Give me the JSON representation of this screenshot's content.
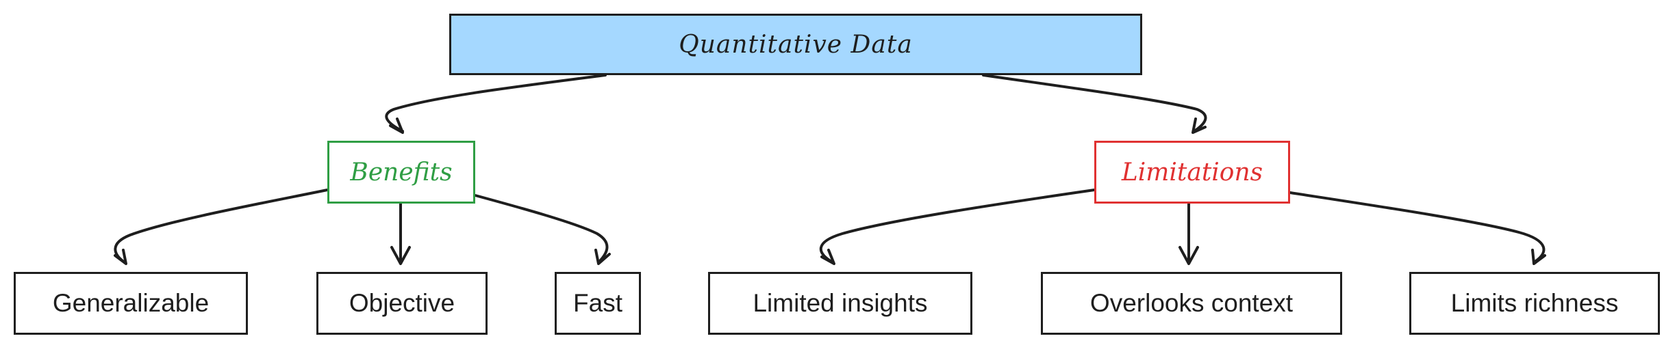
{
  "root": {
    "label": "Quantitative Data"
  },
  "branches": [
    {
      "label": "Benefits",
      "color": "#2f9e44",
      "children": [
        "Generalizable",
        "Objective",
        "Fast"
      ]
    },
    {
      "label": "Limitations",
      "color": "#e03131",
      "children": [
        "Limited insights",
        "Overlooks context",
        "Limits richness"
      ]
    }
  ],
  "colors": {
    "root_fill": "#a5d8ff",
    "stroke": "#1e1e1e"
  }
}
